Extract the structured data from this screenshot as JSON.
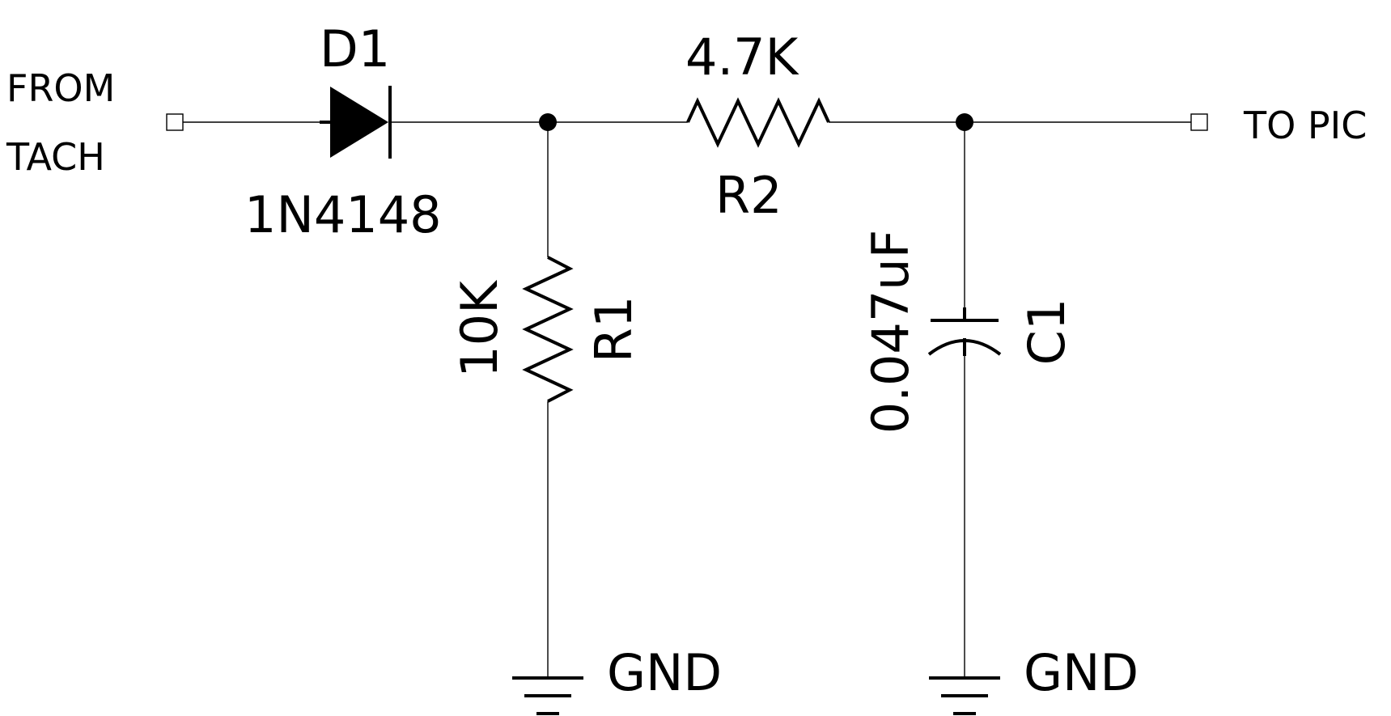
{
  "labels": {
    "input_line1": "FROM",
    "input_line2": "TACH",
    "output": "TO PIC"
  },
  "d1": {
    "ref": "D1",
    "value": "1N4148"
  },
  "r1": {
    "ref": "R1",
    "value": "10K"
  },
  "r2": {
    "ref": "R2",
    "value": "4.7K"
  },
  "c1": {
    "ref": "C1",
    "value": "0.047uF"
  },
  "gnd1": {
    "label": "GND"
  },
  "gnd2": {
    "label": "GND"
  }
}
